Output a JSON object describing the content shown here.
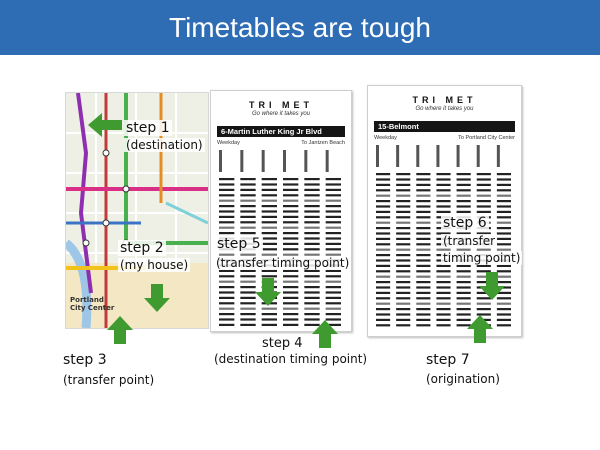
{
  "slide": {
    "title": "Timetables are tough"
  },
  "timetable_left": {
    "logo": "TRI MET",
    "tagline": "Go where it takes you",
    "route": "6-Martin Luther King Jr Blvd",
    "day": "Weekday",
    "direction": "To Jantzen Beach"
  },
  "timetable_right": {
    "logo": "TRI MET",
    "tagline": "Go where it takes you",
    "route": "15-Belmont",
    "day": "Weekday",
    "direction": "To Portland City Center"
  },
  "map": {
    "label": "Portland City Center"
  },
  "steps": {
    "step1": {
      "label": "step 1",
      "desc": "(destination)"
    },
    "step2": {
      "label": "step 2",
      "desc": "(my house)"
    },
    "step3": {
      "label": "step 3",
      "desc": "(transfer point)"
    },
    "step4": {
      "label": "step 4",
      "desc": "(destination timing point)"
    },
    "step5": {
      "label": "step 5",
      "desc": "(transfer timing point)"
    },
    "step6": {
      "label": "step 6",
      "desc_line1": "(transfer",
      "desc_line2": "timing point)"
    },
    "step7": {
      "label": "step 7",
      "desc": "(origination)"
    }
  },
  "colors": {
    "title_bar": "#2e6db4",
    "arrow_green": "#3f9b2f"
  }
}
